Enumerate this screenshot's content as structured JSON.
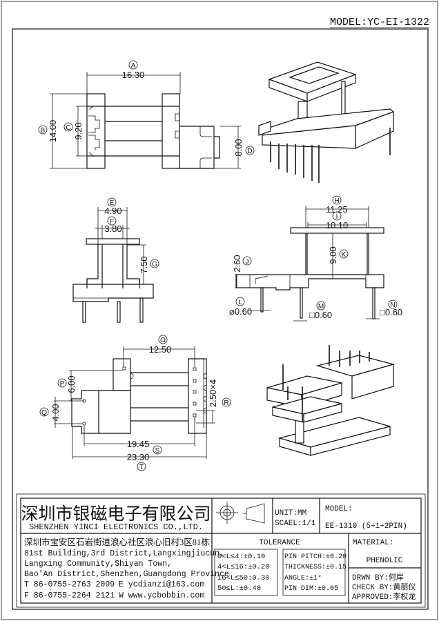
{
  "header": {
    "model": "MODEL:YC-EI-1322"
  },
  "dimensions": {
    "A": {
      "letter": "A",
      "value": "16.30"
    },
    "B": {
      "letter": "B",
      "value": "14.00"
    },
    "C": {
      "letter": "C",
      "value": "9.20"
    },
    "D": {
      "letter": "D",
      "value": "8.00"
    },
    "E": {
      "letter": "E",
      "value": "4.90"
    },
    "F": {
      "letter": "F",
      "value": "3.80"
    },
    "G": {
      "letter": "G",
      "value": "7.50"
    },
    "H": {
      "letter": "H",
      "value": "11.25"
    },
    "I": {
      "letter": "I",
      "value": "10.10"
    },
    "J": {
      "letter": "J",
      "value": "2.60"
    },
    "K": {
      "letter": "K",
      "value": "9.00"
    },
    "L": {
      "letter": "L",
      "value": "⌀0.60"
    },
    "M": {
      "letter": "M",
      "value": "□0.60"
    },
    "N": {
      "letter": "N",
      "value": "□0.60"
    },
    "O": {
      "letter": "O",
      "value": "12.50"
    },
    "P": {
      "letter": "P",
      "value": "6.00"
    },
    "Q": {
      "letter": "Q",
      "value": "4.00"
    },
    "R": {
      "letter": "R",
      "value": "2.50×4"
    },
    "S": {
      "letter": "S",
      "value": "19.45"
    },
    "T": {
      "letter": "T",
      "value": "23.30"
    }
  },
  "title_block": {
    "company_cn": "深圳市银磁电子有限公司",
    "company_en": "SHENZHEN YINCI ELECTRONICS CO.,LTD.",
    "address": [
      "深圳市宝安区石岩街道浪心社区浪心旧村3区81栋",
      "81st Building,3rd District,Langxingjiucun,",
      "Langxing Community,Shiyan Town,",
      "Bao'An District,Shenzhen,Guangdong Province"
    ],
    "tel": "T 86-0755-2763 2099",
    "email": "E ycdianzi@163.com",
    "fax": "F 86-0755-2264 2121",
    "web": "W www.ycbobbin.com",
    "unit": "UNIT:MM",
    "scale": "SCAEL:1/1",
    "model_label": "MODEL:",
    "model_value": "EE-1310 (5+1+2PIN)",
    "tolerance_title": "TOLERANCE",
    "tolerance_length": [
      "0<L≤4:±0.10",
      "4<L≤16:±0.20",
      "16<L≤50:0.30",
      "50≤L:±0.40"
    ],
    "tolerance_other": [
      "PIN PITCH:±0.20",
      "THICKNESS:±0.15",
      "ANGLE:±1°",
      "PIN DIM:±0.05"
    ],
    "material_label": "MATERIAL:",
    "material_value": "PHENOLIC",
    "drawn_by": "DRWN BY:何岸",
    "check_by": "CHECK BY:黄丽仪",
    "approved": "APPROVED:李权龙"
  }
}
